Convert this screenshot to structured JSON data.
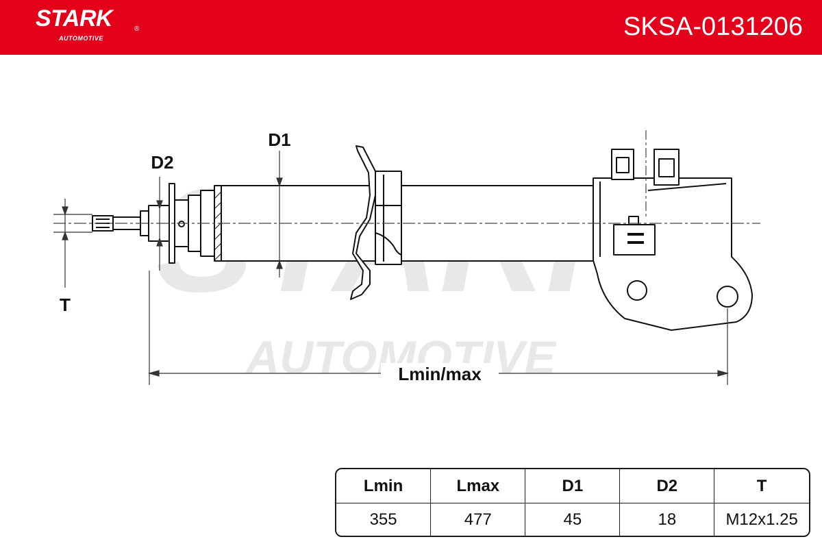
{
  "header": {
    "brand": "STARK",
    "brand_mark": "®",
    "brand_sub": "AUTOMOTIVE",
    "part_number": "SKSA-0131206",
    "color": "#e2001a"
  },
  "watermark": {
    "line1": "STARK",
    "line2": "AUTOMOTIVE"
  },
  "diagram": {
    "labels": {
      "d1": "D1",
      "d2": "D2",
      "t": "T",
      "length": "Lmin/max"
    }
  },
  "specs": {
    "headers": [
      "Lmin",
      "Lmax",
      "D1",
      "D2",
      "T"
    ],
    "values": [
      "355",
      "477",
      "45",
      "18",
      "M12x1.25"
    ]
  }
}
